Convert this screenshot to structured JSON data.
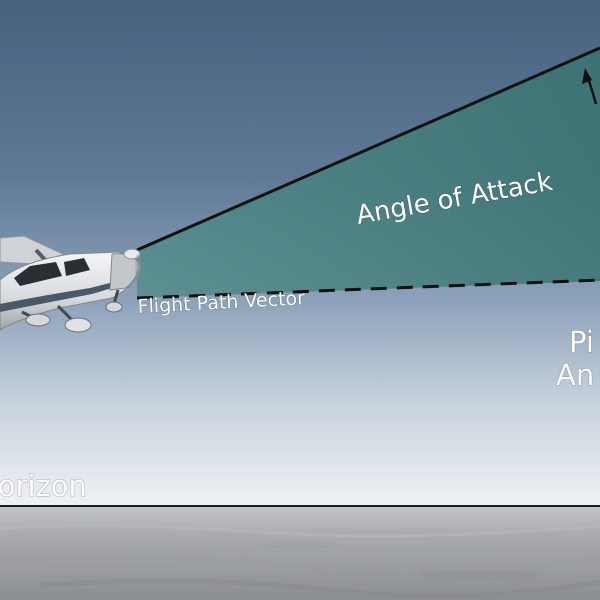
{
  "labels": {
    "angle_of_attack": "Angle of Attack",
    "flight_path_vector": "Flight Path Vector",
    "pitch_partial": "Pi",
    "angle_partial": "An",
    "horizon_partial": "Horizon"
  },
  "colors": {
    "sky_top": "#486582",
    "sky_mid": "#7f97b2",
    "sky_bottom": "#e6ebf0",
    "ground": "#a4a6a9",
    "wedge_fill": "#3f7876",
    "line": "#111111",
    "text": "#ffffff"
  },
  "icons": {
    "aircraft": "cessna-airplane-icon",
    "arrow": "arrowhead-icon"
  }
}
